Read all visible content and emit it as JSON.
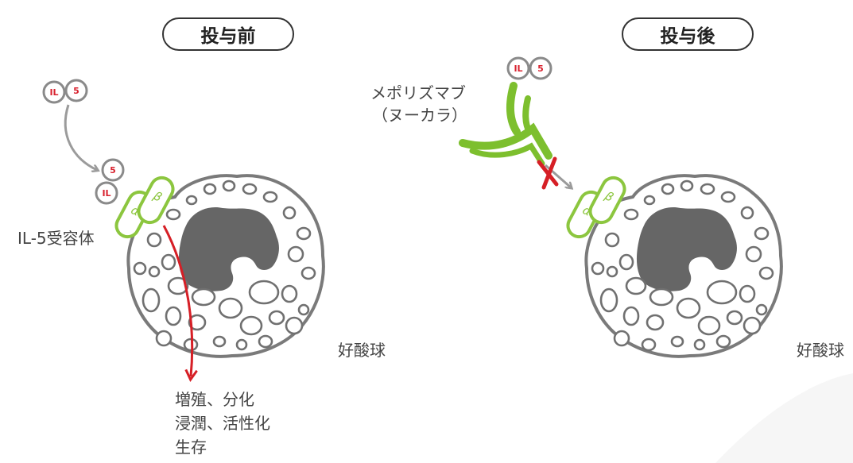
{
  "panels": {
    "before": {
      "title": "投与前"
    },
    "after": {
      "title": "投与後"
    }
  },
  "labels": {
    "receptor": "IL-5受容体",
    "eosinophil": "好酸球",
    "drug_line1": "メポリズマブ",
    "drug_line2": "（ヌーカラ）",
    "effects": [
      "増殖、分化",
      "浸潤、活性化",
      "生存"
    ]
  },
  "cytokine": {
    "il": "IL",
    "five": "5"
  },
  "receptor_subunits": {
    "alpha": "α",
    "beta": "β"
  },
  "colors": {
    "antibody": "#7dbf2e",
    "receptor": "#8cc63f",
    "signal_arrow": "#d61f26",
    "block_mark": "#d61f26",
    "cytokine_text": "#d8212e",
    "cell_outline": "#7a7a7a",
    "nucleus": "#666666"
  }
}
